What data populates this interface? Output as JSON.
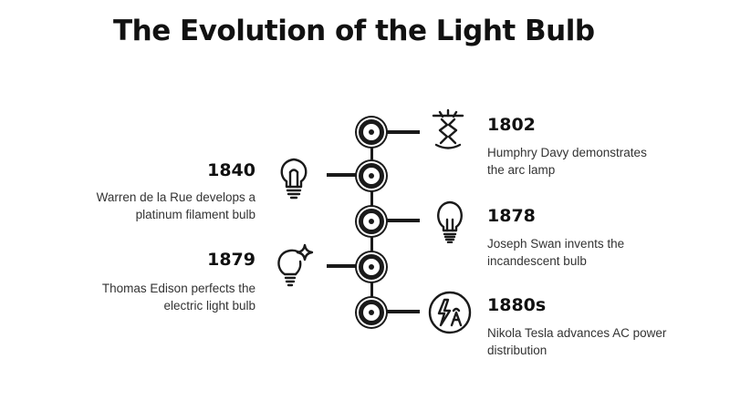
{
  "title": "The Evolution of the Light Bulb",
  "events": [
    {
      "year": "1802",
      "lines": [
        "Humphry Davy demonstrates",
        "the arc lamp"
      ],
      "side": "right",
      "icon": "arc-lamp-icon"
    },
    {
      "year": "1840",
      "lines": [
        "Warren de la Rue develops a",
        "platinum filament bulb"
      ],
      "side": "left",
      "icon": "light-bulb-icon"
    },
    {
      "year": "1878",
      "lines": [
        "Joseph Swan invents the",
        "incandescent bulb"
      ],
      "side": "right",
      "icon": "incandescent-bulb-icon"
    },
    {
      "year": "1879",
      "lines": [
        "Thomas Edison perfects the",
        "electric light bulb"
      ],
      "side": "left",
      "icon": "sparkle-bulb-icon"
    },
    {
      "year": "1880s",
      "lines": [
        "Nikola Tesla advances AC power",
        "distribution"
      ],
      "side": "right",
      "icon": "ac-power-icon"
    }
  ]
}
